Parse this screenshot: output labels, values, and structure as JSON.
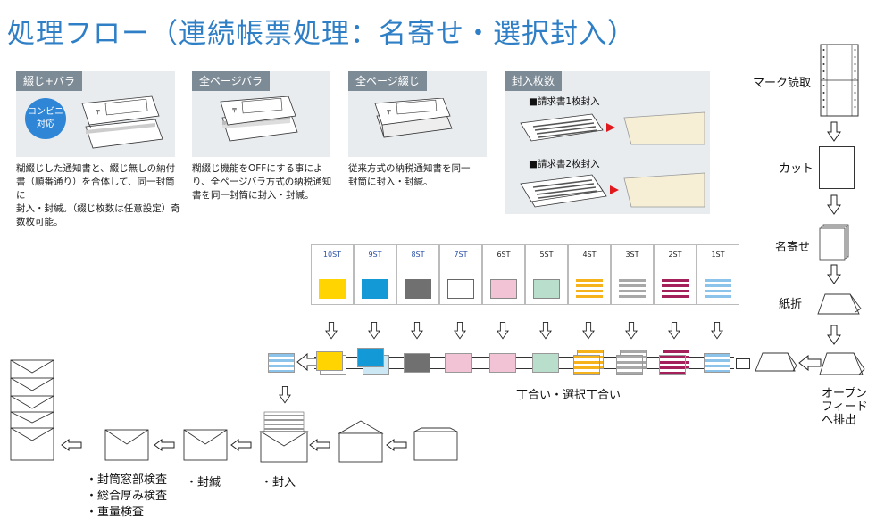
{
  "title": "処理フロー（連続帳票処理：名寄せ・選択封入）",
  "panels": [
    {
      "tag": "綴じ+バラ",
      "badge": [
        "コンビニ",
        "対応"
      ],
      "desc": [
        "糊綴じした通知書と、綴じ無しの納付",
        "書（順番通り）を合体して、同一封筒に",
        "封入・封緘。（綴じ枚数は任意設定）奇",
        "数枚可能。"
      ]
    },
    {
      "tag": "全ページバラ",
      "desc": [
        "糊綴じ機能をOFFにする事によ",
        "り、全ページバラ方式の納税通知",
        "書を同一封筒に封入・封緘。"
      ]
    },
    {
      "tag": "全ページ綴じ",
      "desc": [
        "従来方式の納税通知書を同一",
        "封筒に封入・封緘。"
      ]
    },
    {
      "tag": "封入枚数",
      "rows": [
        "■請求書1枚封入",
        "■請求書2枚封入"
      ]
    }
  ],
  "right_flow": {
    "mark_read": "マーク読取",
    "cut": "カット",
    "collate": "名寄せ",
    "fold": "紙折",
    "open_feed": [
      "オープン",
      "フィード",
      "へ排出"
    ]
  },
  "stations": [
    "10ST",
    "9ST",
    "8ST",
    "7ST",
    "6ST",
    "5ST",
    "4ST",
    "3ST",
    "2ST",
    "1ST"
  ],
  "station_colors": {
    "10ST": "#ffd400",
    "9ST": "#139ad6",
    "8ST": "#707070",
    "7ST": "#ffffff",
    "6ST": "#f2c3d4",
    "5ST": "#b9dfcc",
    "4ST": "stripe-yellow",
    "3ST": "stripe-gray",
    "2ST": "stripe-maroon",
    "1ST": "stripe-blue"
  },
  "conveyor_label": "丁合い・選択丁合い",
  "bottom_labels": {
    "insert": "・封入",
    "seal": "・封緘",
    "checks": [
      "・封筒窓部検査",
      "・総合厚み検査",
      "・重量検査"
    ]
  }
}
